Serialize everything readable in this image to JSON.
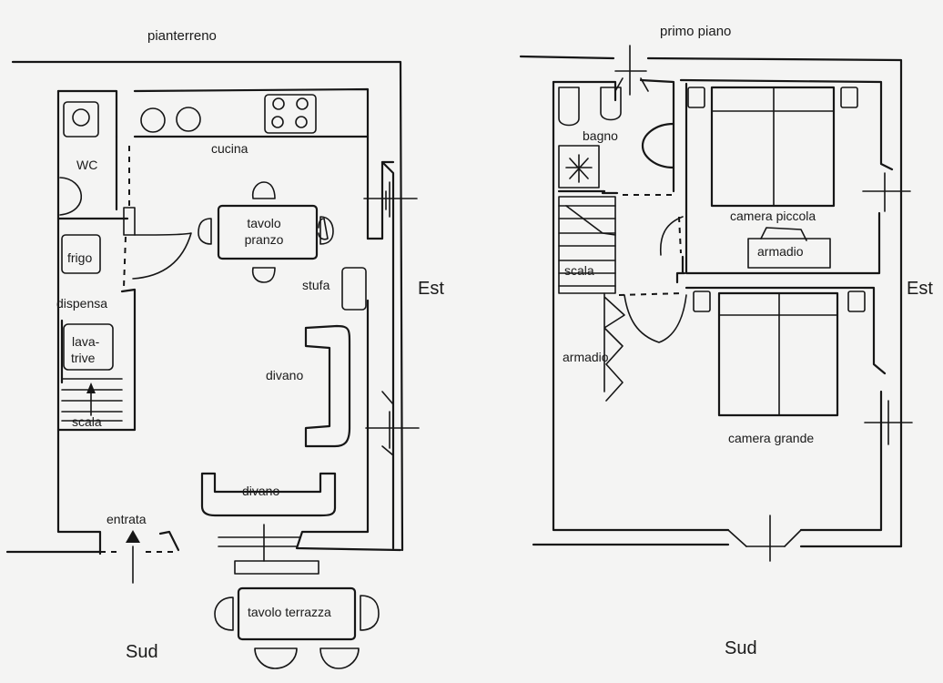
{
  "floors": {
    "ground": {
      "title": "pianterreno",
      "rooms": {
        "kitchen": "cucina",
        "wc": "WC",
        "fridge": "frigo",
        "pantry": "dispensa",
        "washing_machine_line1": "lava-",
        "washing_machine_line2": "trive",
        "stairs": "scala",
        "dining_table_line1": "tavolo",
        "dining_table_line2": "pranzo",
        "stove": "stufa",
        "sofa_side": "divano",
        "sofa_front": "divano",
        "entrance": "entrata",
        "terrace_table": "tavolo terrazza"
      },
      "compass": {
        "east": "Est",
        "south": "Sud"
      }
    },
    "first": {
      "title": "primo piano",
      "rooms": {
        "bathroom": "bagno",
        "small_bedroom": "camera piccola",
        "wardrobe_small": "armadio",
        "stairs": "scala",
        "wardrobe_hall": "armadio",
        "large_bedroom": "camera grande"
      },
      "compass": {
        "east": "Est",
        "south": "Sud"
      }
    }
  },
  "colors": {
    "ink": "#161616",
    "paper": "#f4f4f3",
    "table_accent": "#6f9fd8"
  }
}
